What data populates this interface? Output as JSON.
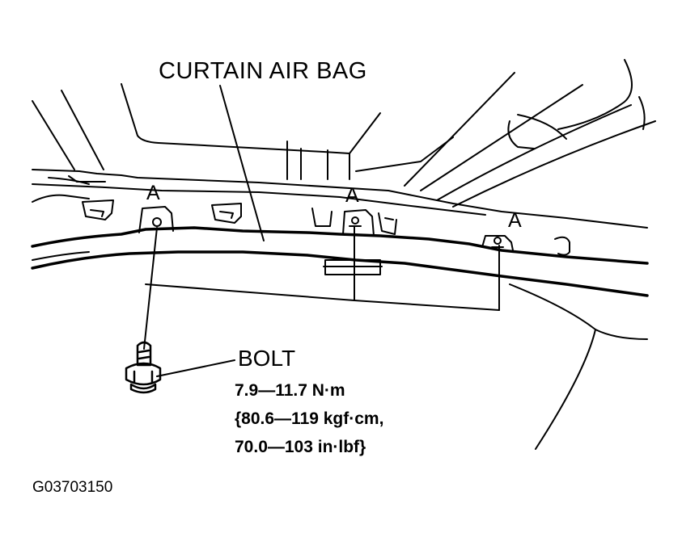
{
  "labels": {
    "component": "CURTAIN AIR BAG",
    "location_marker": "A",
    "fastener": "BOLT"
  },
  "torque_spec": {
    "line1": "7.9—11.7 N·m",
    "line2": "{80.6—119 kgf·cm,",
    "line3": "70.0—103 in·lbf}"
  },
  "figure_code": "G03703150",
  "colors": {
    "ink": "#000000",
    "paper": "#ffffff"
  }
}
